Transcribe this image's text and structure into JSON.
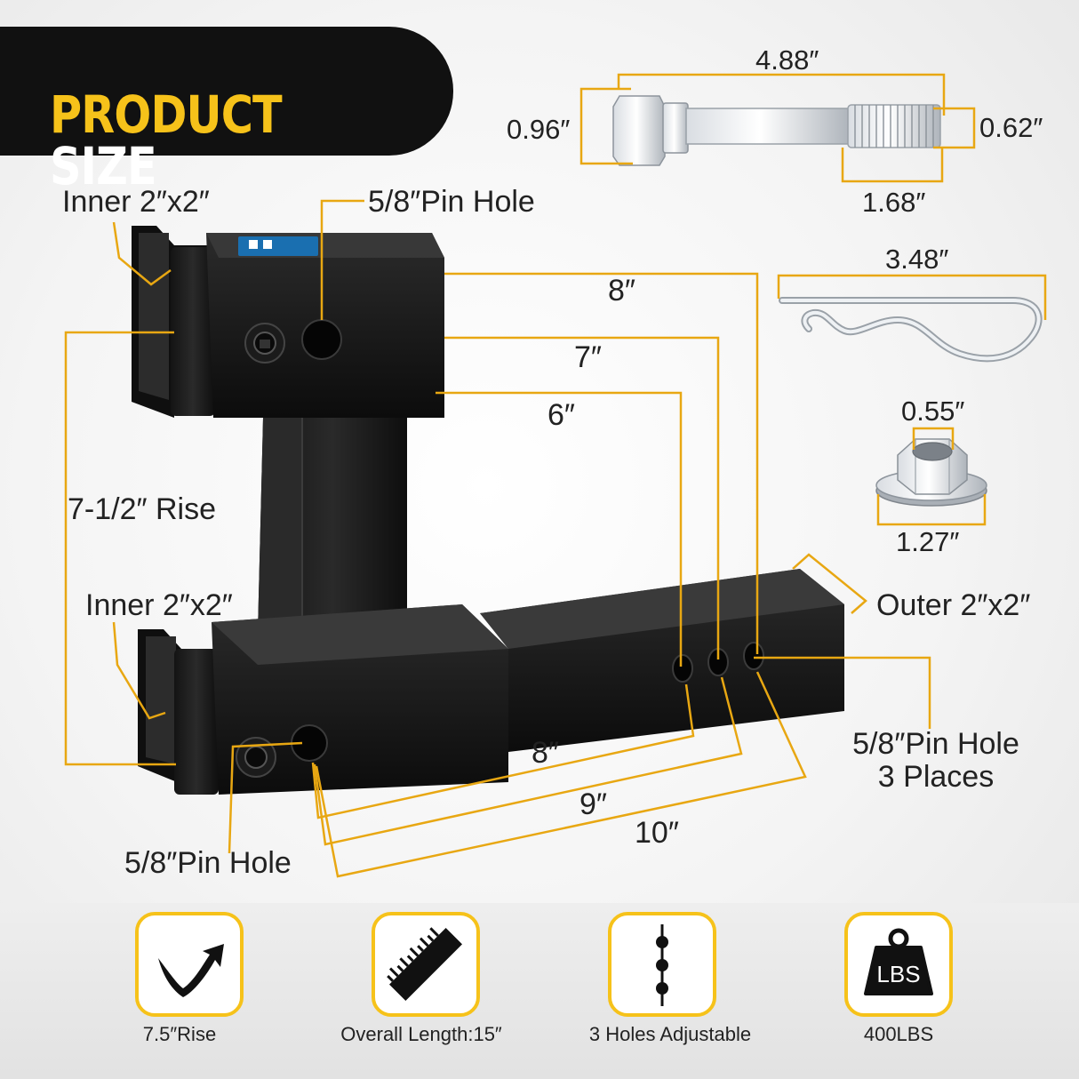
{
  "header": {
    "title_word1": "PRODUCT",
    "title_word2": "SIZE"
  },
  "bolt": {
    "length": "4.88″",
    "head_height": "0.96″",
    "shank_diameter": "0.62″",
    "thread_length": "1.68″"
  },
  "hitch_pin": {
    "length": "3.48″"
  },
  "nut": {
    "inner": "0.55″",
    "outer": "1.27″"
  },
  "upper_receiver": {
    "inner_size": "Inner 2″x2″",
    "pin_hole": "5/8″Pin Hole"
  },
  "rise_label": "7-1/2″ Rise",
  "lower_receiver": {
    "inner_size": "Inner 2″x2″",
    "pin_hole": "5/8″Pin Hole"
  },
  "upper_distances": [
    "8″",
    "7″",
    "6″"
  ],
  "shank": {
    "outer_size": "Outer 2″x2″",
    "pin_holes_line1": "5/8″Pin Hole",
    "pin_holes_line2": "3 Places"
  },
  "lower_distances": [
    "8″",
    "9″",
    "10″"
  ],
  "colors": {
    "accent": "#f6c21a",
    "banner": "#111111",
    "steel": "#1a1a1a",
    "dimension_line": "#e8a712"
  },
  "features": [
    {
      "icon": "rise-arrow-icon",
      "label": "7.5″Rise"
    },
    {
      "icon": "ruler-icon",
      "label": "Overall Length:15″"
    },
    {
      "icon": "three-holes-icon",
      "label": "3 Holes Adjustable"
    },
    {
      "icon": "weight-icon",
      "icon_text": "LBS",
      "label": "400LBS"
    }
  ]
}
